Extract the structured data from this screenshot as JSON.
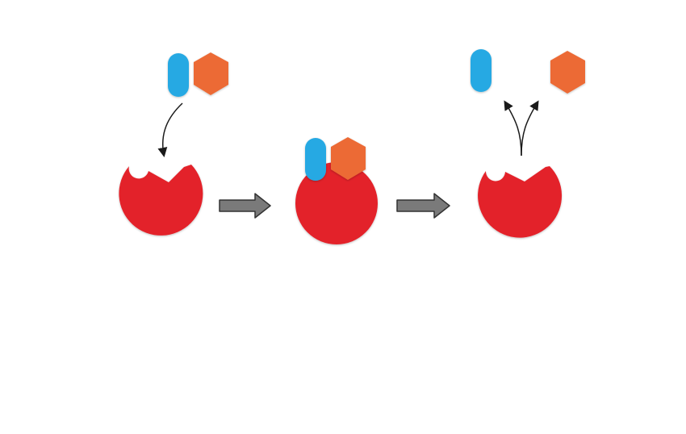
{
  "colors": {
    "background": "#ffffff",
    "enzyme": "#e3242b",
    "blue_molecule": "#27a9e3",
    "orange_molecule": "#ec6a35",
    "stage_arrow_fill": "#7a7a7a",
    "stage_arrow_stroke": "#333333",
    "pointer_arrow": "#1a1a1a"
  },
  "stages": [
    {
      "id": "approach",
      "enzyme": "open-active-site",
      "substrate": "bound-pair-arriving"
    },
    {
      "id": "complex",
      "enzyme": "substrate-bound",
      "substrate": "docked-pair"
    },
    {
      "id": "release",
      "enzyme": "open-active-site",
      "substrate": "separated-products"
    }
  ]
}
